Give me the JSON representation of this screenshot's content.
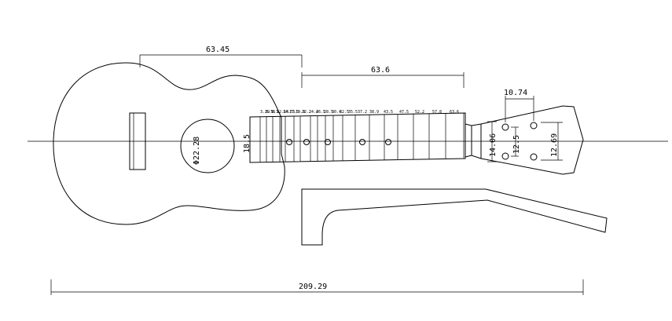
{
  "drawing": {
    "dim_body": "63.45",
    "dim_neck": "63.6",
    "dim_total": "209.29",
    "dim_soundhole": "Φ22.28",
    "dim_nut_width": "18.5",
    "dim_head_hole_spacing": "10.74",
    "dim_head_width": "14.06",
    "dim_head_inner": "12.5",
    "dim_head_outer": "12.69",
    "fret_labels": [
      "3.29",
      "6.38",
      "9.3",
      "12.14",
      "14.73",
      "17.5",
      "19.9",
      "22.2",
      "24.4",
      "26.5",
      "28.5",
      "30.4",
      "32.5",
      "35.5",
      "37.2",
      "38.9",
      "43.5",
      "47.5",
      "52.2",
      "57.8",
      "63.6"
    ]
  }
}
